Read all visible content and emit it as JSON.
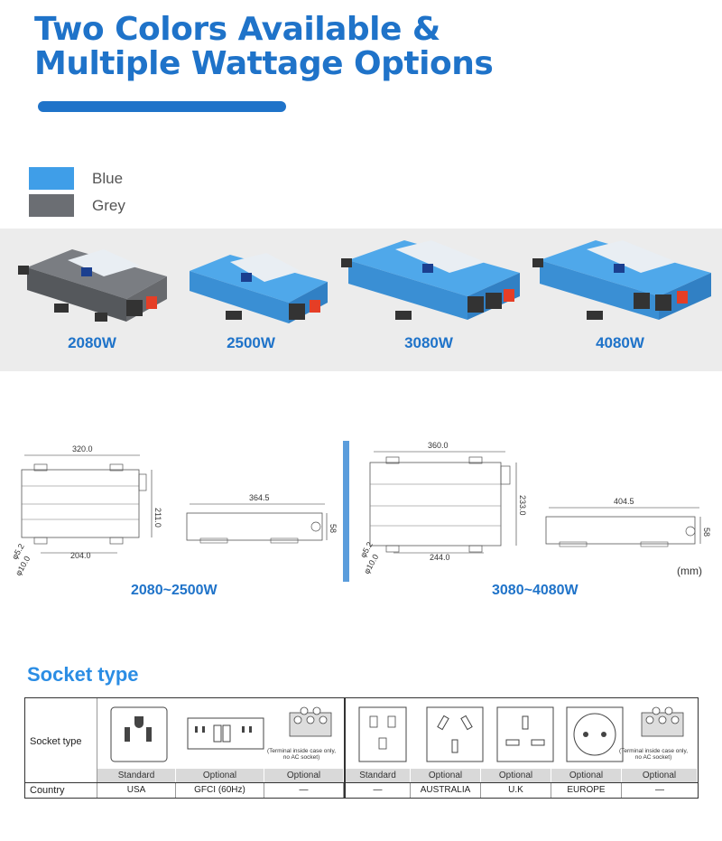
{
  "header": {
    "title_line1": "Two Colors Available &",
    "title_line2": "Multiple Wattage Options"
  },
  "colors": [
    {
      "label": "Blue",
      "hex": "#3f9ee8"
    },
    {
      "label": "Grey",
      "hex": "#6b6e73"
    }
  ],
  "products": [
    {
      "watt": "2080W",
      "color": "grey"
    },
    {
      "watt": "2500W",
      "color": "blue"
    },
    {
      "watt": "3080W",
      "color": "blue"
    },
    {
      "watt": "4080W",
      "color": "blue"
    }
  ],
  "dimensions": {
    "left": {
      "label": "2080~2500W",
      "width": "320.0",
      "height": "211.0",
      "base": "204.0",
      "side_length": "364.5",
      "side_height": "58",
      "hole_small": "φ5.2",
      "hole_large": "φ10.0"
    },
    "right": {
      "label": "3080~4080W",
      "width": "360.0",
      "height": "233.0",
      "base": "244.0",
      "side_length": "404.5",
      "side_height": "58",
      "hole_small": "φ5.2",
      "hole_large": "φ10.0"
    },
    "unit": "(mm)"
  },
  "socket": {
    "title": "Socket type",
    "row_label_type": "Socket type",
    "row_label_country": "Country",
    "terminal_note_line1": "(Terminal inside case only,",
    "terminal_note_line2": "no AC socket)",
    "options": [
      "Standard",
      "Optional",
      "Optional",
      "Standard",
      "Optional",
      "Optional",
      "Optional",
      "Optional"
    ],
    "countries": [
      "USA",
      "GFCI (60Hz)",
      "—",
      "—",
      "AUSTRALIA",
      "U.K",
      "EUROPE",
      "—"
    ]
  }
}
